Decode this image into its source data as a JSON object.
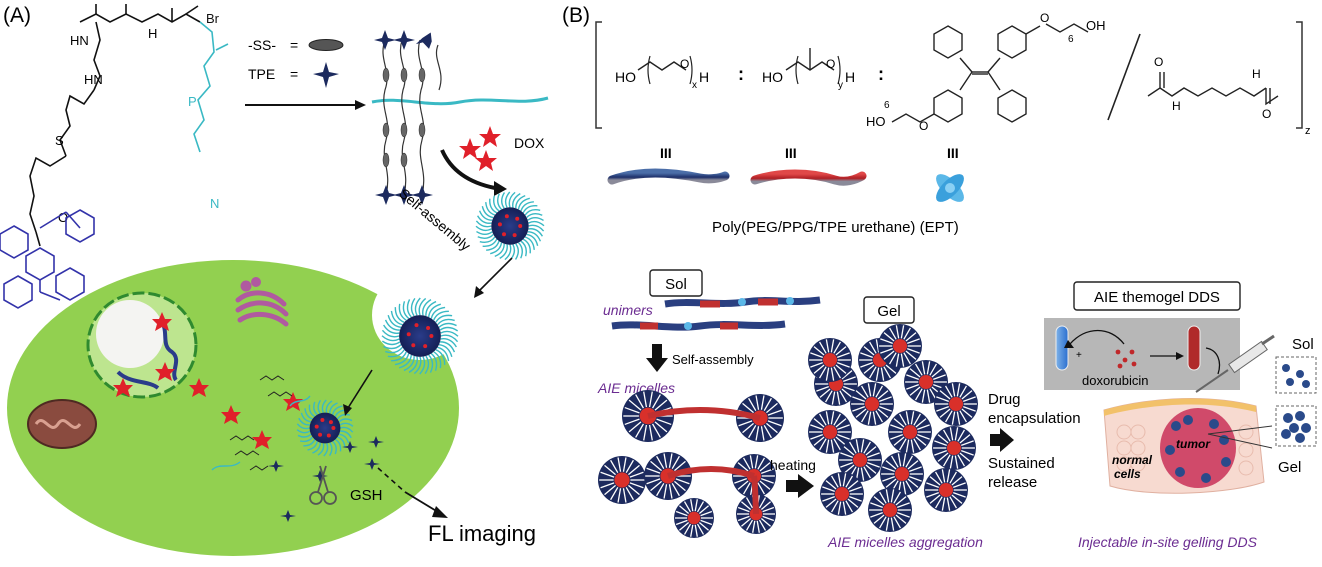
{
  "panel_a": {
    "label": "(A)",
    "legend_ss": "-SS-",
    "legend_tpe": "TPE",
    "eq": "=",
    "dox": "DOX",
    "self_assembly": "Self-assembly",
    "gsh": "GSH",
    "fl_imaging": "FL imaging",
    "chem_atoms": {
      "hn": "HN",
      "h": "H",
      "n": "N",
      "hn2": "HN",
      "o": "O",
      "s": "S",
      "br": "Br",
      "p": "P",
      "nplus": "N"
    }
  },
  "panel_b": {
    "label": "(B)",
    "peg_sub": "x",
    "ppg_sub": "y",
    "ho": "HO",
    "h": "H",
    "colon": ":",
    "tpe_sub": "6",
    "bracket_sub": "z",
    "three": "III",
    "polymer_name": "Poly(PEG/PPG/TPE urethane) (EPT)",
    "sol_box": "Sol",
    "unimers": "unimers",
    "self_assembly": "Self-assembly",
    "aie_micelles": "AIE micelles",
    "gel_box": "Gel",
    "heating": "heating",
    "drug_encapsulation": "Drug encapsulation",
    "sustained_release": "Sustained release",
    "aie_thermogel_dds": "AIE themogel DDS",
    "doxorubicin": "doxorubicin",
    "sol": "Sol",
    "gel": "Gel",
    "normal_cells": "normal cells",
    "tumor": "tumor",
    "caption_aggregation": "AIE micelles aggregation",
    "caption_injectable": "Injectable in-site gelling DDS"
  },
  "colors": {
    "cyan": "#3ab9c4",
    "navy": "#1c2a5e",
    "blue_chem": "#3333aa",
    "cell_green": "#92d050",
    "red_star": "#e0202a",
    "purple_text": "#6b2c91",
    "micelle_red": "#d9302a"
  }
}
